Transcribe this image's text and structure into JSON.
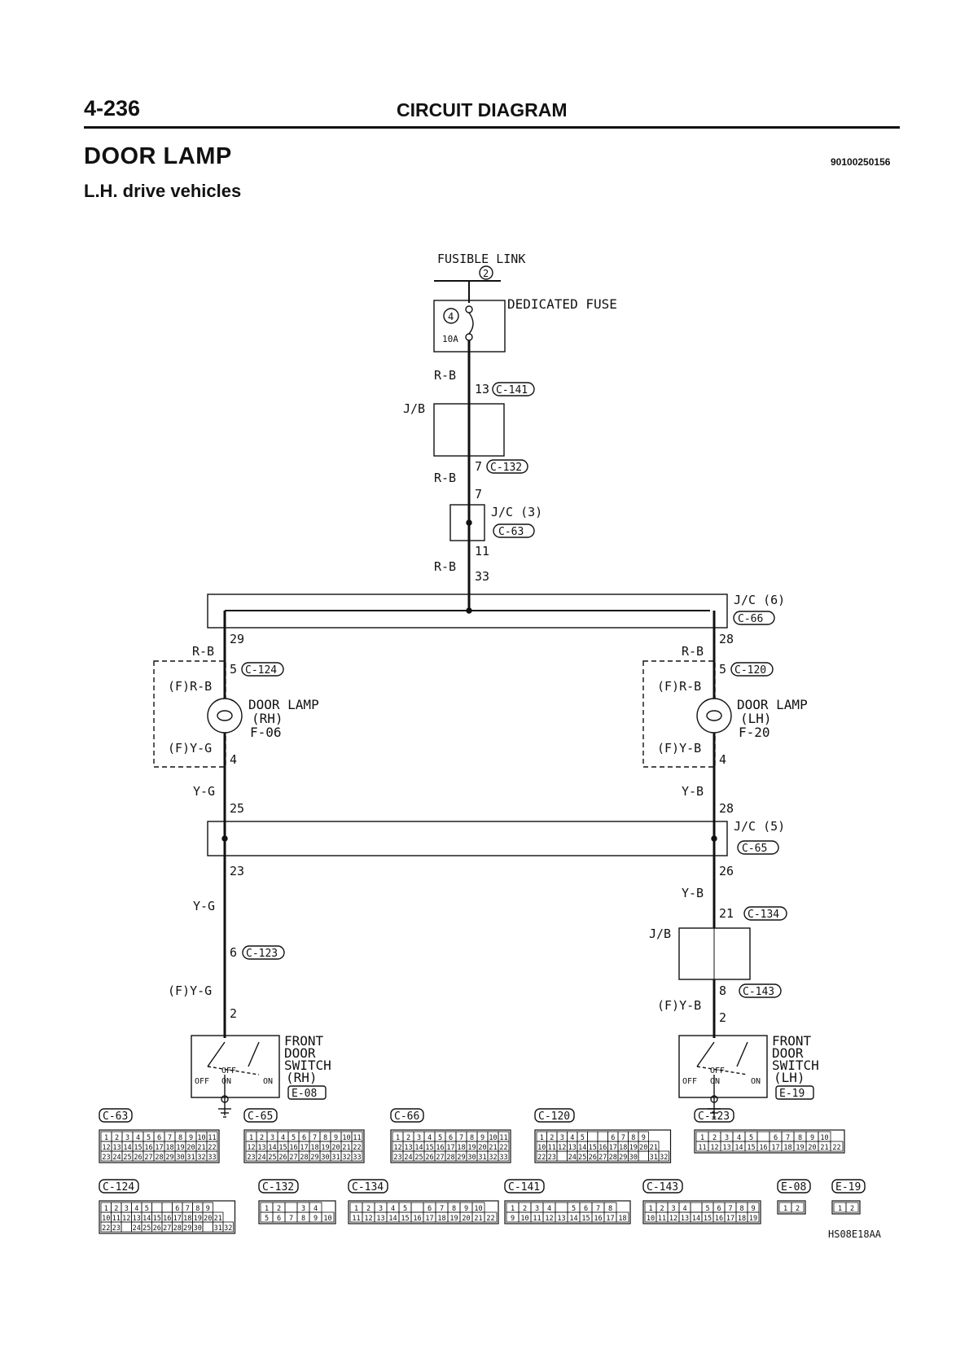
{
  "header": {
    "page_number": "4-236",
    "section_title": "CIRCUIT DIAGRAM",
    "title": "DOOR LAMP",
    "subtitle": "L.H. drive vehicles",
    "doc_code": "90100250156"
  },
  "power": {
    "fusible_link": "FUSIBLE LINK",
    "fusible_link_no": "2",
    "fuse_label": "DEDICATED FUSE",
    "fuse_no": "4",
    "fuse_rating": "10A"
  },
  "wires": {
    "rb": "R-B",
    "yg": "Y-G",
    "yb": "Y-B",
    "frb": "(F)R-B",
    "fyg": "(F)Y-G",
    "fyb": "(F)Y-B"
  },
  "pins": {
    "p13": "13",
    "p7a": "7",
    "p7b": "7",
    "p11": "11",
    "p33": "33",
    "p29": "29",
    "p28a": "28",
    "p5r": "5",
    "p5l": "5",
    "p4r": "4",
    "p4l": "4",
    "p25": "25",
    "p28b": "28",
    "p23": "23",
    "p26": "26",
    "p21": "21",
    "p6": "6",
    "p8": "8",
    "p2r": "2",
    "p2l": "2"
  },
  "blocks": {
    "jb": "J/B",
    "jc3": "J/C (3)",
    "jc6": "J/C (6)",
    "jc5": "J/C (5)"
  },
  "connectors": {
    "c141": "C-141",
    "c132": "C-132",
    "c63": "C-63",
    "c66": "C-66",
    "c124": "C-124",
    "c120": "C-120",
    "c65": "C-65",
    "c134": "C-134",
    "c123": "C-123",
    "c143": "C-143",
    "e08": "E-08",
    "e19": "E-19"
  },
  "lamps": {
    "rh": {
      "name": "DOOR LAMP",
      "side": "(RH)",
      "code": "F-06"
    },
    "lh": {
      "name": "DOOR LAMP",
      "side": "(LH)",
      "code": "F-20"
    }
  },
  "switches": {
    "rh": {
      "l1": "FRONT",
      "l2": "DOOR",
      "l3": "SWITCH",
      "side": "(RH)"
    },
    "lh": {
      "l1": "FRONT",
      "l2": "DOOR",
      "l3": "SWITCH",
      "side": "(LH)"
    },
    "off": "OFF",
    "on": "ON"
  },
  "legend": [
    {
      "id": "C-63",
      "rows": [
        [
          "1",
          "2",
          "3",
          "4",
          "5",
          "6",
          "7",
          "8",
          "9",
          "10",
          "11"
        ],
        [
          "12",
          "13",
          "14",
          "15",
          "16",
          "17",
          "18",
          "19",
          "20",
          "21",
          "22"
        ],
        [
          "23",
          "24",
          "25",
          "26",
          "27",
          "28",
          "29",
          "30",
          "31",
          "32",
          "33"
        ]
      ]
    },
    {
      "id": "C-65",
      "rows": [
        [
          "1",
          "2",
          "3",
          "4",
          "5",
          "6",
          "7",
          "8",
          "9",
          "10",
          "11"
        ],
        [
          "12",
          "13",
          "14",
          "15",
          "16",
          "17",
          "18",
          "19",
          "20",
          "21",
          "22"
        ],
        [
          "23",
          "24",
          "25",
          "26",
          "27",
          "28",
          "29",
          "30",
          "31",
          "32",
          "33"
        ]
      ]
    },
    {
      "id": "C-66",
      "rows": [
        [
          "1",
          "2",
          "3",
          "4",
          "5",
          "6",
          "7",
          "8",
          "9",
          "10",
          "11"
        ],
        [
          "12",
          "13",
          "14",
          "15",
          "16",
          "17",
          "18",
          "19",
          "20",
          "21",
          "22"
        ],
        [
          "23",
          "24",
          "25",
          "26",
          "27",
          "28",
          "29",
          "30",
          "31",
          "32",
          "33"
        ]
      ]
    },
    {
      "id": "C-120",
      "rows": [
        [
          "1",
          "2",
          "3",
          "4",
          "5",
          "",
          "",
          "6",
          "7",
          "8",
          "9"
        ],
        [
          "10",
          "11",
          "12",
          "13",
          "14",
          "15",
          "16",
          "17",
          "18",
          "19",
          "20",
          "21"
        ],
        [
          "22",
          "23",
          "",
          "24",
          "25",
          "26",
          "27",
          "28",
          "29",
          "30",
          "",
          "31",
          "32"
        ]
      ]
    },
    {
      "id": "C-123",
      "rows": [
        [
          "1",
          "2",
          "3",
          "4",
          "5",
          "",
          "6",
          "7",
          "8",
          "9",
          "10"
        ],
        [
          "11",
          "12",
          "13",
          "14",
          "15",
          "16",
          "17",
          "18",
          "19",
          "20",
          "21",
          "22"
        ]
      ]
    },
    {
      "id": "C-124",
      "rows": [
        [
          "1",
          "2",
          "3",
          "4",
          "5",
          "",
          "",
          "6",
          "7",
          "8",
          "9"
        ],
        [
          "10",
          "11",
          "12",
          "13",
          "14",
          "15",
          "16",
          "17",
          "18",
          "19",
          "20",
          "21"
        ],
        [
          "22",
          "23",
          "",
          "24",
          "25",
          "26",
          "27",
          "28",
          "29",
          "30",
          "",
          "31",
          "32"
        ]
      ]
    },
    {
      "id": "C-132",
      "rows": [
        [
          "1",
          "2",
          "",
          "3",
          "4"
        ],
        [
          "5",
          "6",
          "7",
          "8",
          "9",
          "10"
        ]
      ]
    },
    {
      "id": "C-134",
      "rows": [
        [
          "1",
          "2",
          "3",
          "4",
          "5",
          "",
          "6",
          "7",
          "8",
          "9",
          "10"
        ],
        [
          "11",
          "12",
          "13",
          "14",
          "15",
          "16",
          "17",
          "18",
          "19",
          "20",
          "21",
          "22"
        ]
      ]
    },
    {
      "id": "C-141",
      "rows": [
        [
          "1",
          "2",
          "3",
          "4",
          "",
          "5",
          "6",
          "7",
          "8"
        ],
        [
          "9",
          "10",
          "11",
          "12",
          "13",
          "14",
          "15",
          "16",
          "17",
          "18"
        ]
      ]
    },
    {
      "id": "C-143",
      "rows": [
        [
          "1",
          "2",
          "3",
          "4",
          "",
          "5",
          "6",
          "7",
          "8",
          "9"
        ],
        [
          "10",
          "11",
          "12",
          "13",
          "14",
          "15",
          "16",
          "17",
          "18",
          "19"
        ]
      ]
    },
    {
      "id": "E-08",
      "rows": [
        [
          "1",
          "2"
        ]
      ]
    },
    {
      "id": "E-19",
      "rows": [
        [
          "1",
          "2"
        ]
      ]
    }
  ],
  "figure_code": "HS08E18AA"
}
